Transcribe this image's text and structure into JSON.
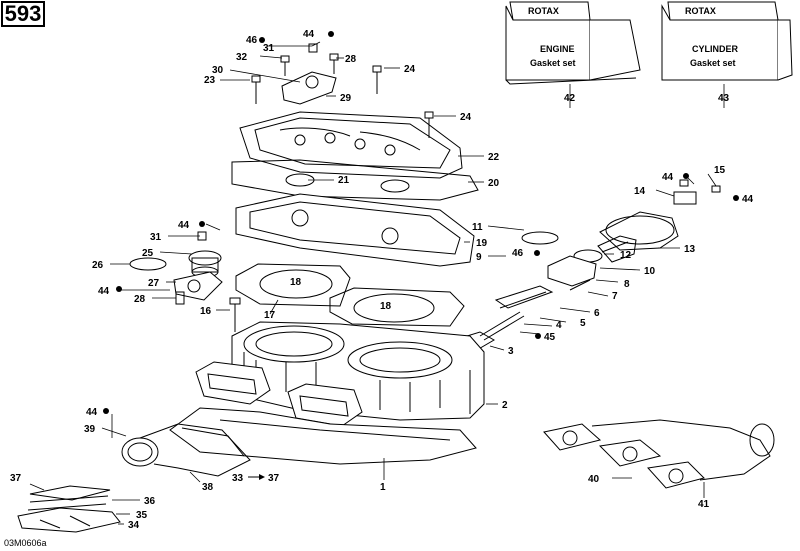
{
  "diagram_code": "593",
  "footer_code": "03M0606a",
  "kits": [
    {
      "brand": "ROTAX",
      "line1": "ENGINE",
      "line2": "Gasket set",
      "ref": "42"
    },
    {
      "brand": "ROTAX",
      "line1": "CYLINDER",
      "line2": "Gasket set",
      "ref": "43"
    }
  ],
  "callouts": {
    "c46a": "46",
    "c44a": "44",
    "c31a": "31",
    "c32": "32",
    "c28a": "28",
    "c30": "30",
    "c24a": "24",
    "c23": "23",
    "c29": "29",
    "c24b": "24",
    "c22": "22",
    "c21": "21",
    "c20": "20",
    "c44b": "44",
    "c15": "15",
    "c14": "14",
    "c44c": "44",
    "c44d": "44",
    "c31b": "31",
    "c25": "25",
    "c26": "26",
    "c11": "11",
    "c19": "19",
    "c13": "13",
    "c9": "9",
    "c46b": "46",
    "c12": "12",
    "c10": "10",
    "c27": "27",
    "c18a": "18",
    "c8": "8",
    "c44e": "44",
    "c28b": "28",
    "c7": "7",
    "c16": "16",
    "c6": "6",
    "c18b": "18",
    "c17": "17",
    "c5": "5",
    "c4": "4",
    "c45": "45",
    "c3": "3",
    "c2": "2",
    "c44f": "44",
    "c39": "39",
    "c37": "37",
    "c36": "36",
    "c35": "35",
    "c34": "34",
    "c38": "38",
    "c33": "33",
    "c37b": "37",
    "c1": "1",
    "c40": "40",
    "c41": "41"
  }
}
